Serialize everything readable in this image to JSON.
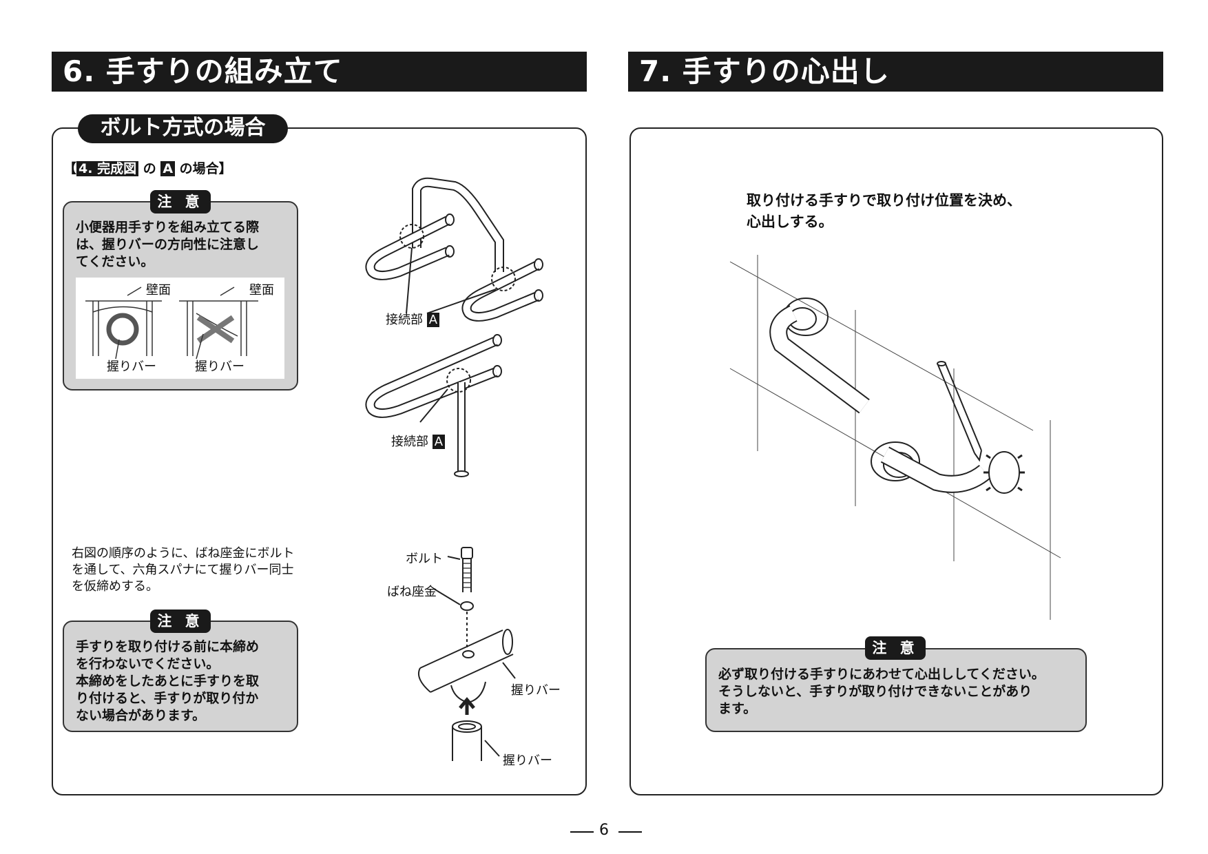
{
  "section6": {
    "title": "6. 手すりの組み立て",
    "subtitle": "ボルト方式の場合",
    "ref_prefix": "【",
    "ref_box1": "4. 完成図",
    "ref_mid": " の ",
    "ref_box2": "A",
    "ref_suffix": " の場合】",
    "notice1": {
      "badge": "注 意",
      "lines": [
        "小便器用手すりを組み立てる際",
        "は、握りバーの方向性に注意し",
        "てください。"
      ],
      "wall_label_left": "壁面",
      "wall_label_right": "壁面",
      "grip_label_left": "握りバー",
      "grip_label_right": "握りバー"
    },
    "joint_label_1": "接続部",
    "joint_label_2": "接続部",
    "joint_mark": "A",
    "instruction_lines": [
      "右図の順序のように、ばね座金にボルト",
      "を通して、六角スパナにて握りバー同士",
      "を仮締めする。"
    ],
    "notice2": {
      "badge": "注 意",
      "lines": [
        "手すりを取り付ける前に本締め",
        "を行わないでください。",
        "本締めをしたあとに手すりを取",
        "り付けると、手すりが取り付か",
        "ない場合があります。"
      ]
    },
    "bolt_label": "ボルト",
    "washer_label": "ばね座金",
    "grip_bar_label_upper": "握りバー",
    "grip_bar_label_lower": "握りバー"
  },
  "section7": {
    "title": "7. 手すりの心出し",
    "instruction_lines": [
      "取り付ける手すりで取り付け位置を決め、",
      "心出しする。"
    ],
    "notice": {
      "badge": "注 意",
      "lines": [
        "必ず取り付ける手すりにあわせて心出ししてください。",
        "そうしないと、手すりが取り付けできないことがあり",
        "ます。"
      ]
    }
  },
  "page_number": "6"
}
